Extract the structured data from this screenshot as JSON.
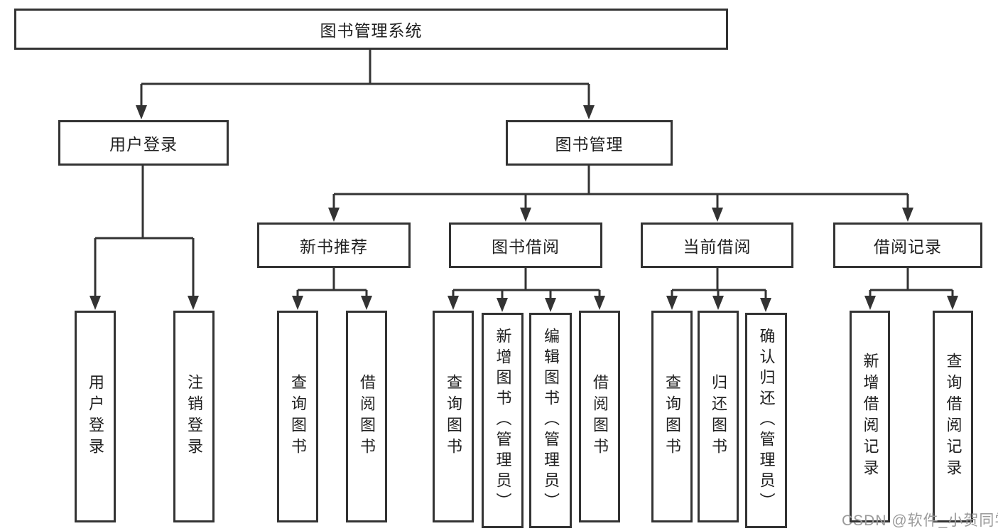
{
  "diagram": {
    "root": {
      "label": "图书管理系统"
    },
    "branches": [
      {
        "label": "用户登录",
        "leaves": [
          "用户登录",
          "注销登录"
        ]
      },
      {
        "label": "图书管理",
        "sections": [
          {
            "label": "新书推荐",
            "leaves": [
              "查询图书",
              "借阅图书"
            ]
          },
          {
            "label": "图书借阅",
            "leaves": [
              "查询图书",
              "新增图书（管理员）",
              "编辑图书（管理员）",
              "借阅图书"
            ]
          },
          {
            "label": "当前借阅",
            "leaves": [
              "查询图书",
              "归还图书",
              "确认归还（管理员）"
            ]
          },
          {
            "label": "借阅记录",
            "leaves": [
              "新增借阅记录",
              "查询借阅记录"
            ]
          }
        ]
      }
    ]
  },
  "watermark": {
    "text": "CSDN @软件_小贺同学",
    "color": "#9a9a9a"
  },
  "colors": {
    "line": "#333333",
    "text": "#1f1f1f",
    "background": "#ffffff"
  }
}
